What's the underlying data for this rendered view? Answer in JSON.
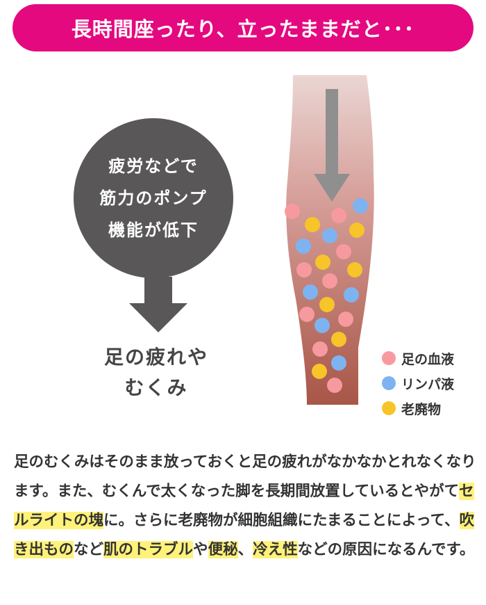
{
  "header": {
    "title": "長時間座ったり、立ったままだと･･･"
  },
  "cause": {
    "lines": [
      "疲労などで",
      "筋力のポンプ",
      "機能が低下"
    ]
  },
  "result": {
    "lines": [
      "足の疲れや",
      "むくみ"
    ]
  },
  "legend": {
    "items": [
      {
        "label": "足の血液",
        "color": "#f79a9f"
      },
      {
        "label": "リンパ液",
        "color": "#7eb3f2"
      },
      {
        "label": "老廃物",
        "color": "#f7c42a"
      }
    ]
  },
  "body": {
    "p1": "足のむくみはそのまま放っておくと足の疲れがなかなかとれなくなります。また、むくんで太くなった脚を長期間放置しているとやがて",
    "h1": "セルライトの塊",
    "p2": "に。さらに老廃物が細胞組織にたまることによって、",
    "h2": "吹き出もの",
    "p3": "など",
    "h3": "肌のトラブル",
    "p4": "や",
    "h4": "便秘",
    "p5": "、",
    "h5": "冷え性",
    "p6": "などの原因になるんです。"
  },
  "colors": {
    "accent": "#e5097f",
    "circle": "#595757",
    "highlight": "#fff27a"
  }
}
